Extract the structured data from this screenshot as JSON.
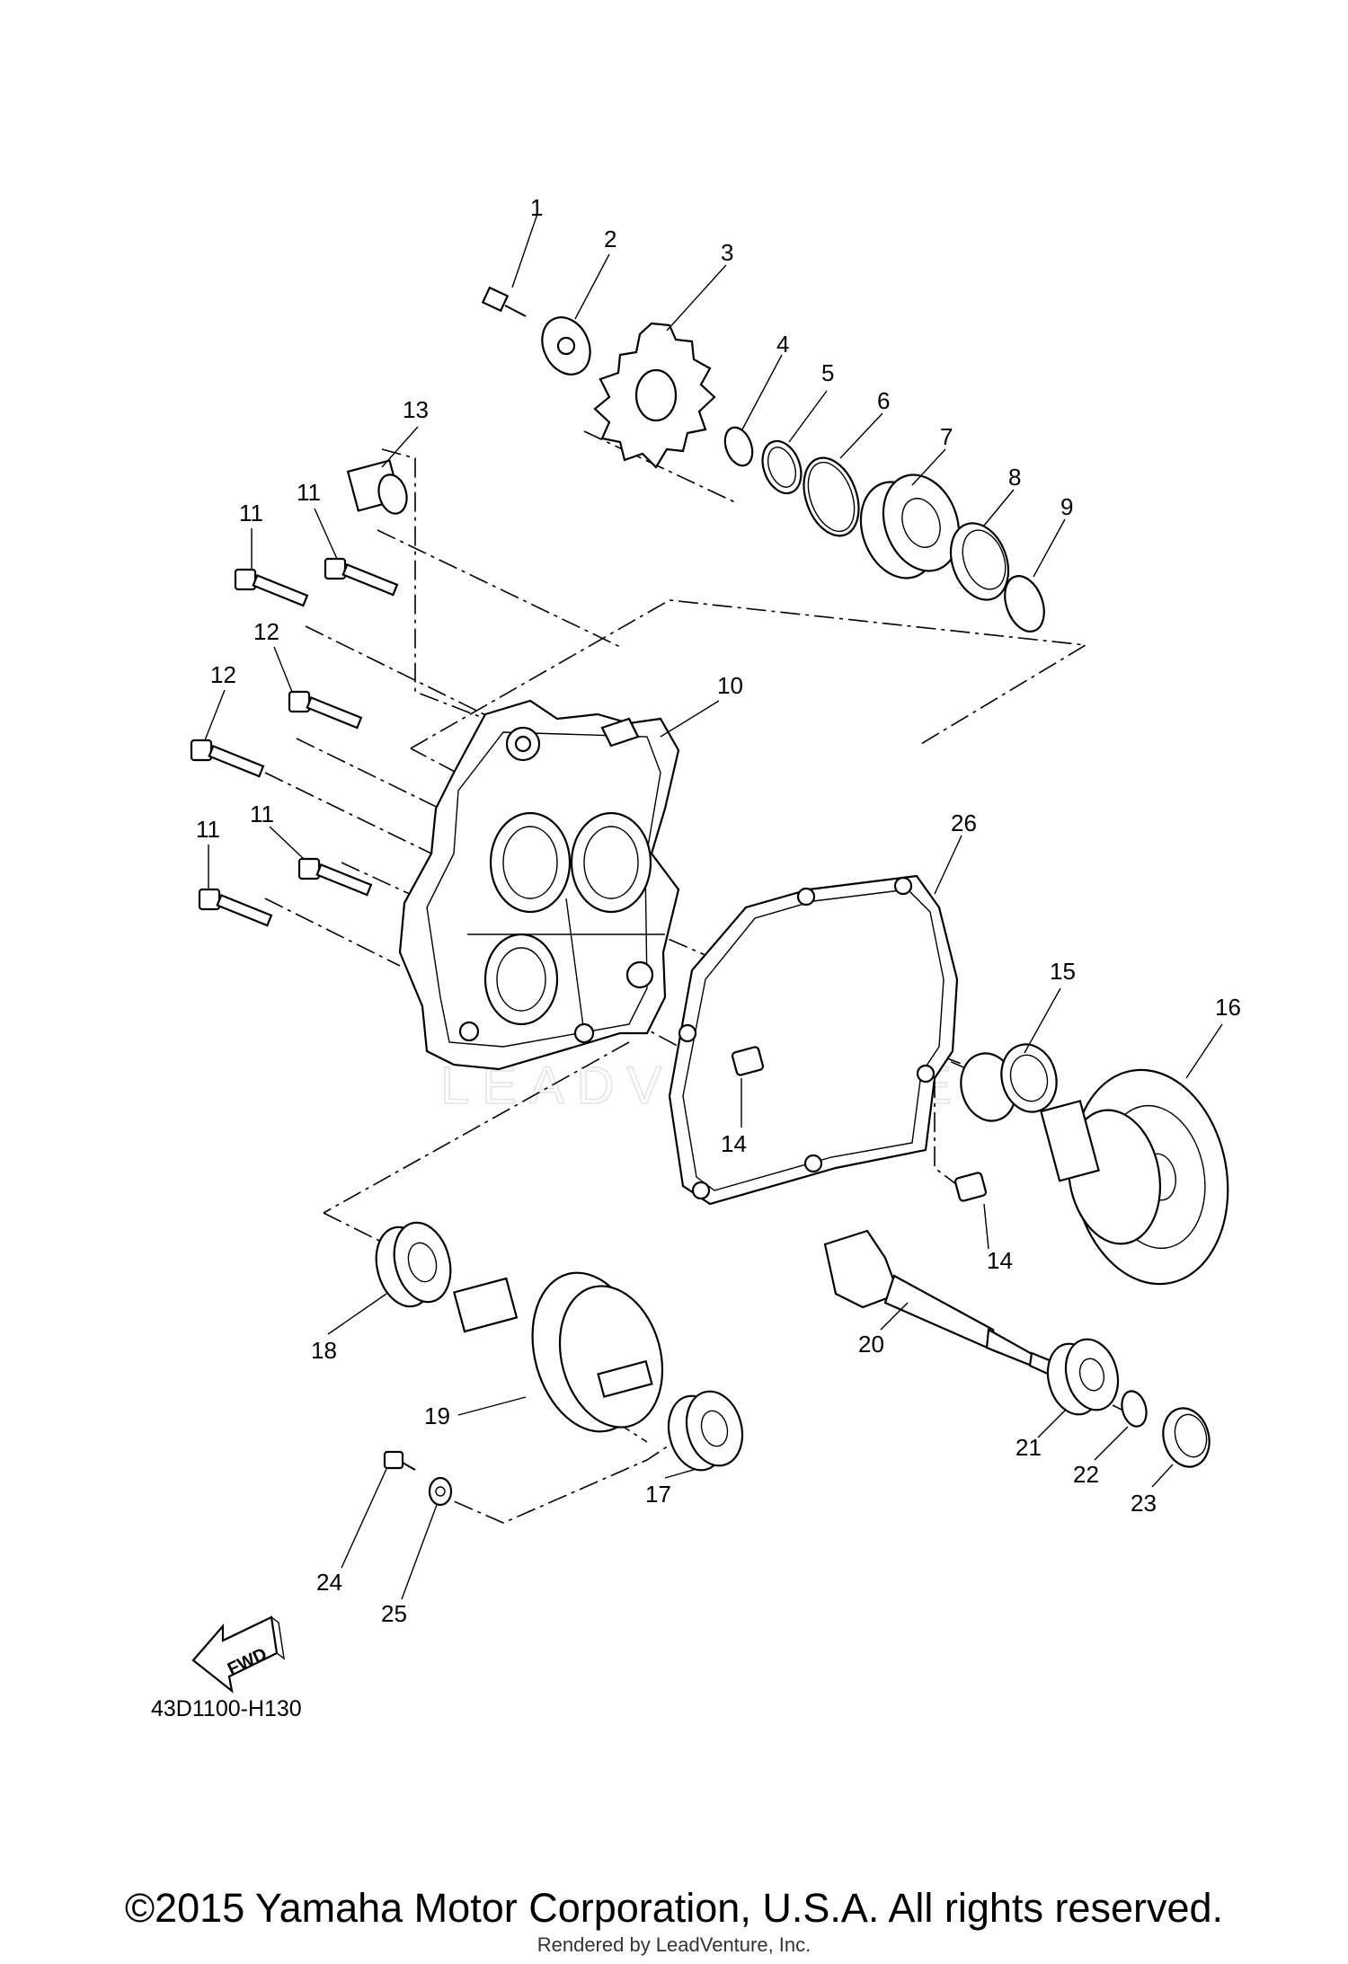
{
  "diagram": {
    "callouts": [
      "1",
      "2",
      "3",
      "4",
      "5",
      "6",
      "7",
      "8",
      "9",
      "10",
      "11",
      "11",
      "11",
      "11",
      "12",
      "12",
      "13",
      "14",
      "14",
      "15",
      "16",
      "17",
      "18",
      "19",
      "20",
      "21",
      "22",
      "23",
      "24",
      "25",
      "26"
    ],
    "fwd_label": "FWD",
    "code": "43D1100-H130",
    "watermark": "LEADVENTURE"
  },
  "footer": {
    "copyright": "©2015 Yamaha Motor Corporation, U.S.A. All rights reserved.",
    "rendered_by": "Rendered by LeadVenture, Inc."
  }
}
